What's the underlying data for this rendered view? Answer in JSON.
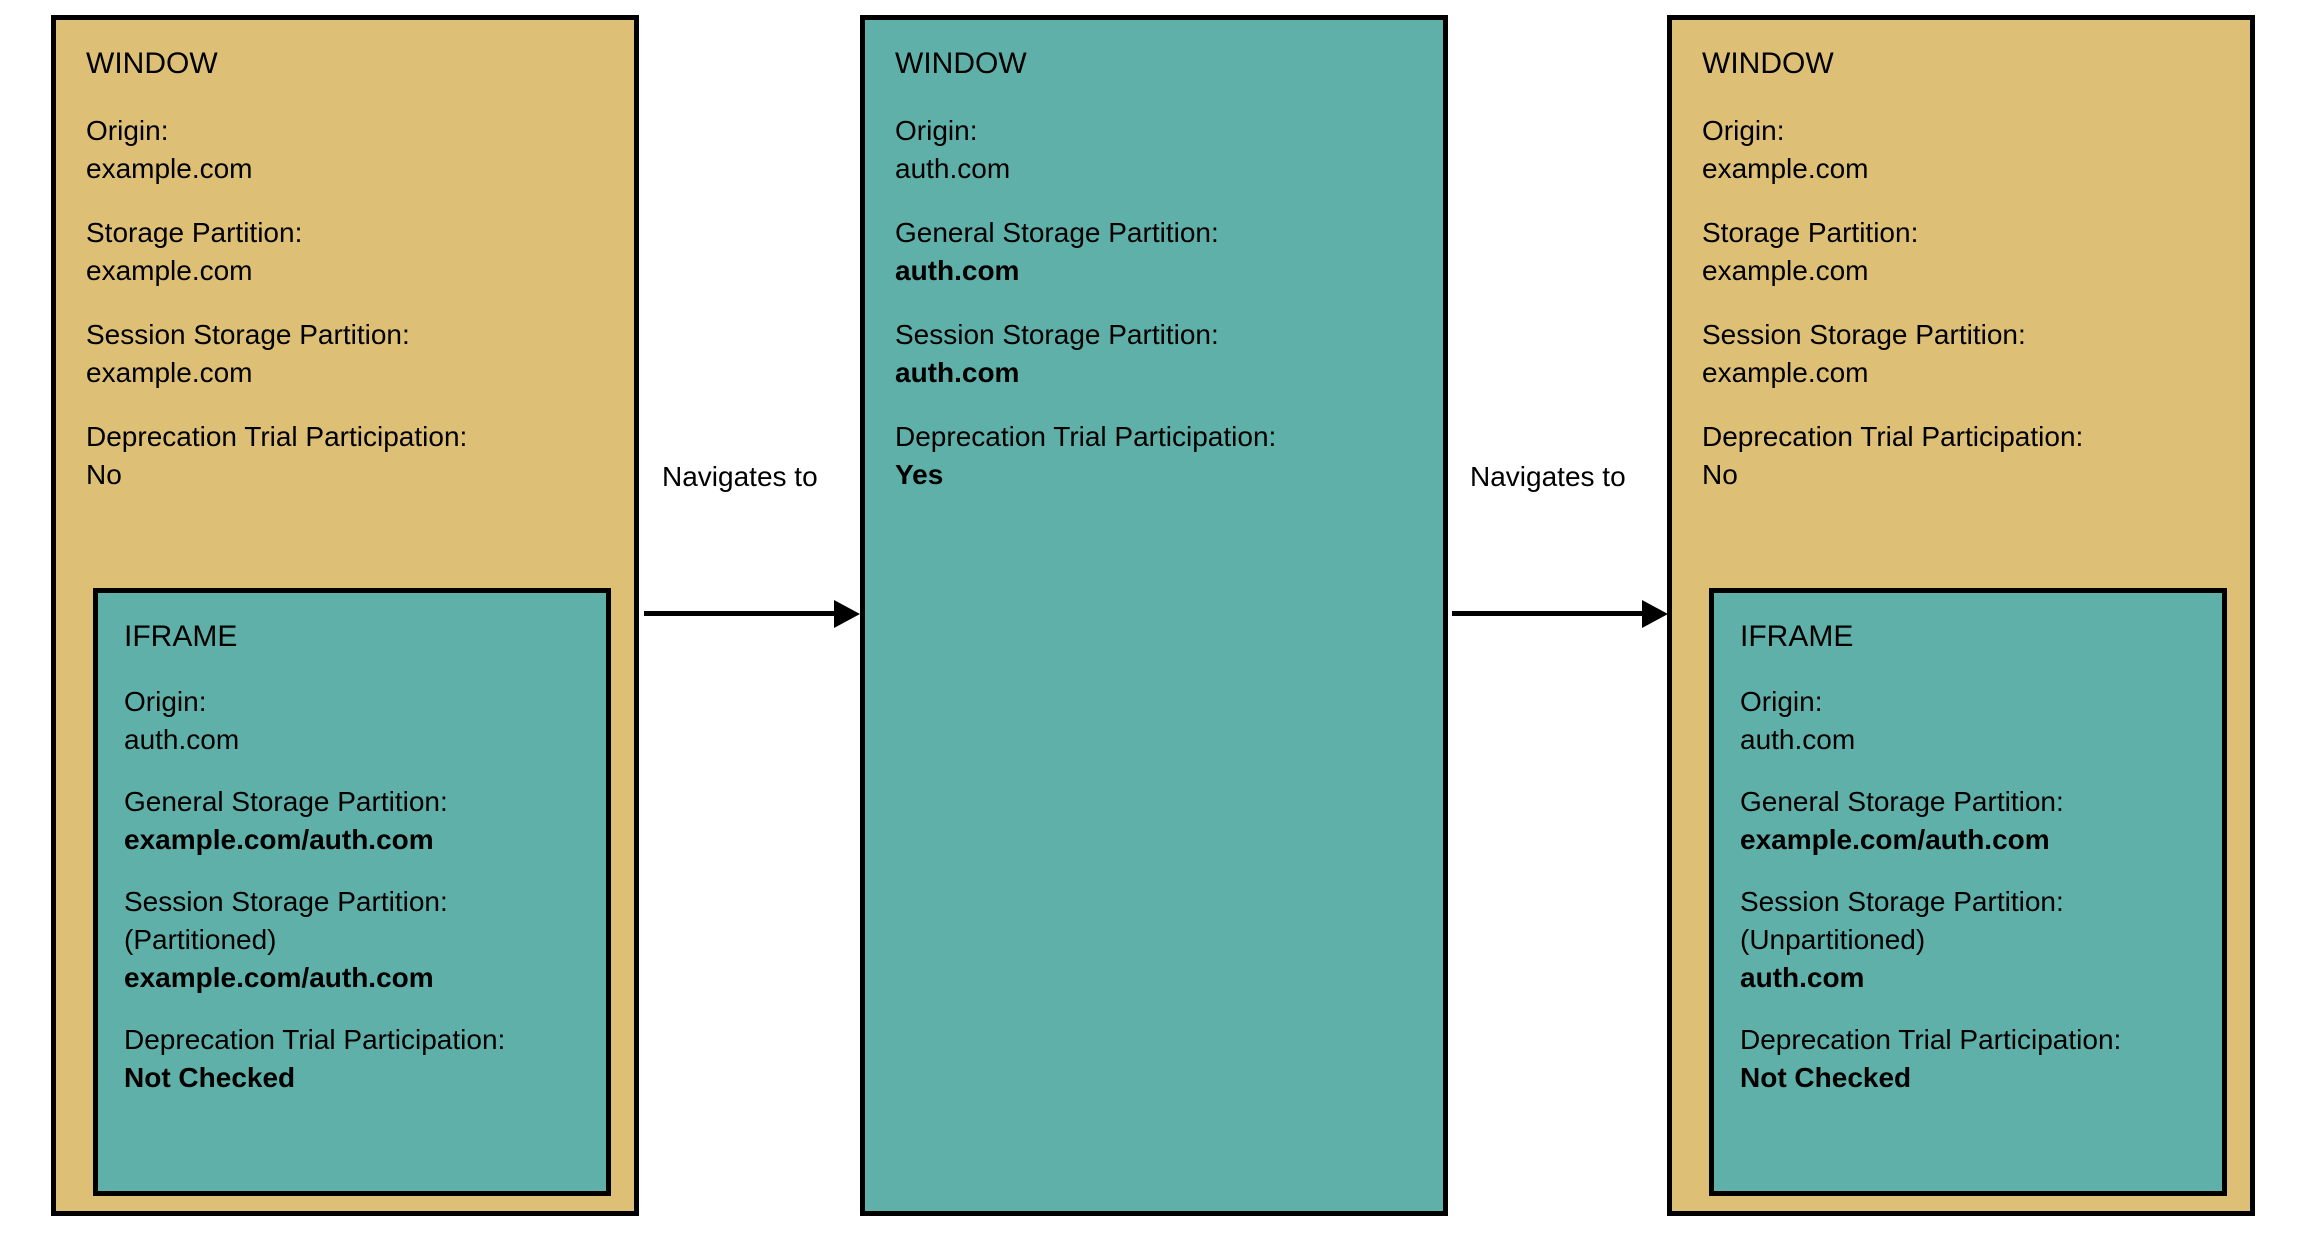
{
  "diagram": {
    "panels": [
      {
        "id": "panel-1",
        "color": "#ddbf76",
        "title": "WINDOW",
        "fields": [
          {
            "label": "Origin:",
            "sub": "",
            "value": "example.com",
            "bold": false
          },
          {
            "label": "Storage Partition:",
            "sub": "",
            "value": "example.com",
            "bold": false
          },
          {
            "label": "Session Storage Partition:",
            "sub": "",
            "value": "example.com",
            "bold": false
          },
          {
            "label": "Deprecation Trial Participation:",
            "sub": "",
            "value": "No",
            "bold": false
          }
        ],
        "iframe": {
          "color": "#5fb0a8",
          "title": "IFRAME",
          "fields": [
            {
              "label": "Origin:",
              "sub": "",
              "value": "auth.com",
              "bold": false
            },
            {
              "label": "General Storage Partition:",
              "sub": "",
              "value": "example.com/auth.com",
              "bold": true
            },
            {
              "label": "Session Storage Partition:",
              "sub": "(Partitioned)",
              "value": "example.com/auth.com",
              "bold": true
            },
            {
              "label": "Deprecation Trial Participation:",
              "sub": "",
              "value": "Not Checked",
              "bold": true
            }
          ]
        }
      },
      {
        "id": "panel-2",
        "color": "#5fb0a8",
        "title": "WINDOW",
        "fields": [
          {
            "label": "Origin:",
            "sub": "",
            "value": "auth.com",
            "bold": false
          },
          {
            "label": "General Storage Partition:",
            "sub": "",
            "value": "auth.com",
            "bold": true
          },
          {
            "label": "Session Storage Partition:",
            "sub": "",
            "value": "auth.com",
            "bold": true
          },
          {
            "label": "Deprecation Trial Participation:",
            "sub": "",
            "value": "Yes",
            "bold": true
          }
        ],
        "iframe": null
      },
      {
        "id": "panel-3",
        "color": "#ddbf76",
        "title": "WINDOW",
        "fields": [
          {
            "label": "Origin:",
            "sub": "",
            "value": "example.com",
            "bold": false
          },
          {
            "label": "Storage Partition:",
            "sub": "",
            "value": "example.com",
            "bold": false
          },
          {
            "label": "Session Storage Partition:",
            "sub": "",
            "value": "example.com",
            "bold": false
          },
          {
            "label": "Deprecation Trial Participation:",
            "sub": "",
            "value": "No",
            "bold": false
          }
        ],
        "iframe": {
          "color": "#5fb0a8",
          "title": "IFRAME",
          "fields": [
            {
              "label": "Origin:",
              "sub": "",
              "value": "auth.com",
              "bold": false
            },
            {
              "label": "General Storage Partition:",
              "sub": "",
              "value": "example.com/auth.com",
              "bold": true
            },
            {
              "label": "Session Storage Partition:",
              "sub": "(Unpartitioned)",
              "value": "auth.com",
              "bold": true
            },
            {
              "label": "Deprecation Trial Participation:",
              "sub": "",
              "value": "Not Checked",
              "bold": true
            }
          ]
        }
      }
    ],
    "arrows": [
      {
        "id": "arrow-1",
        "label": "Navigates to"
      },
      {
        "id": "arrow-2",
        "label": "Navigates to"
      }
    ],
    "colors": {
      "tan": "#ddbf76",
      "teal": "#5fb0a8",
      "stroke": "#000000",
      "background": "#ffffff"
    }
  }
}
